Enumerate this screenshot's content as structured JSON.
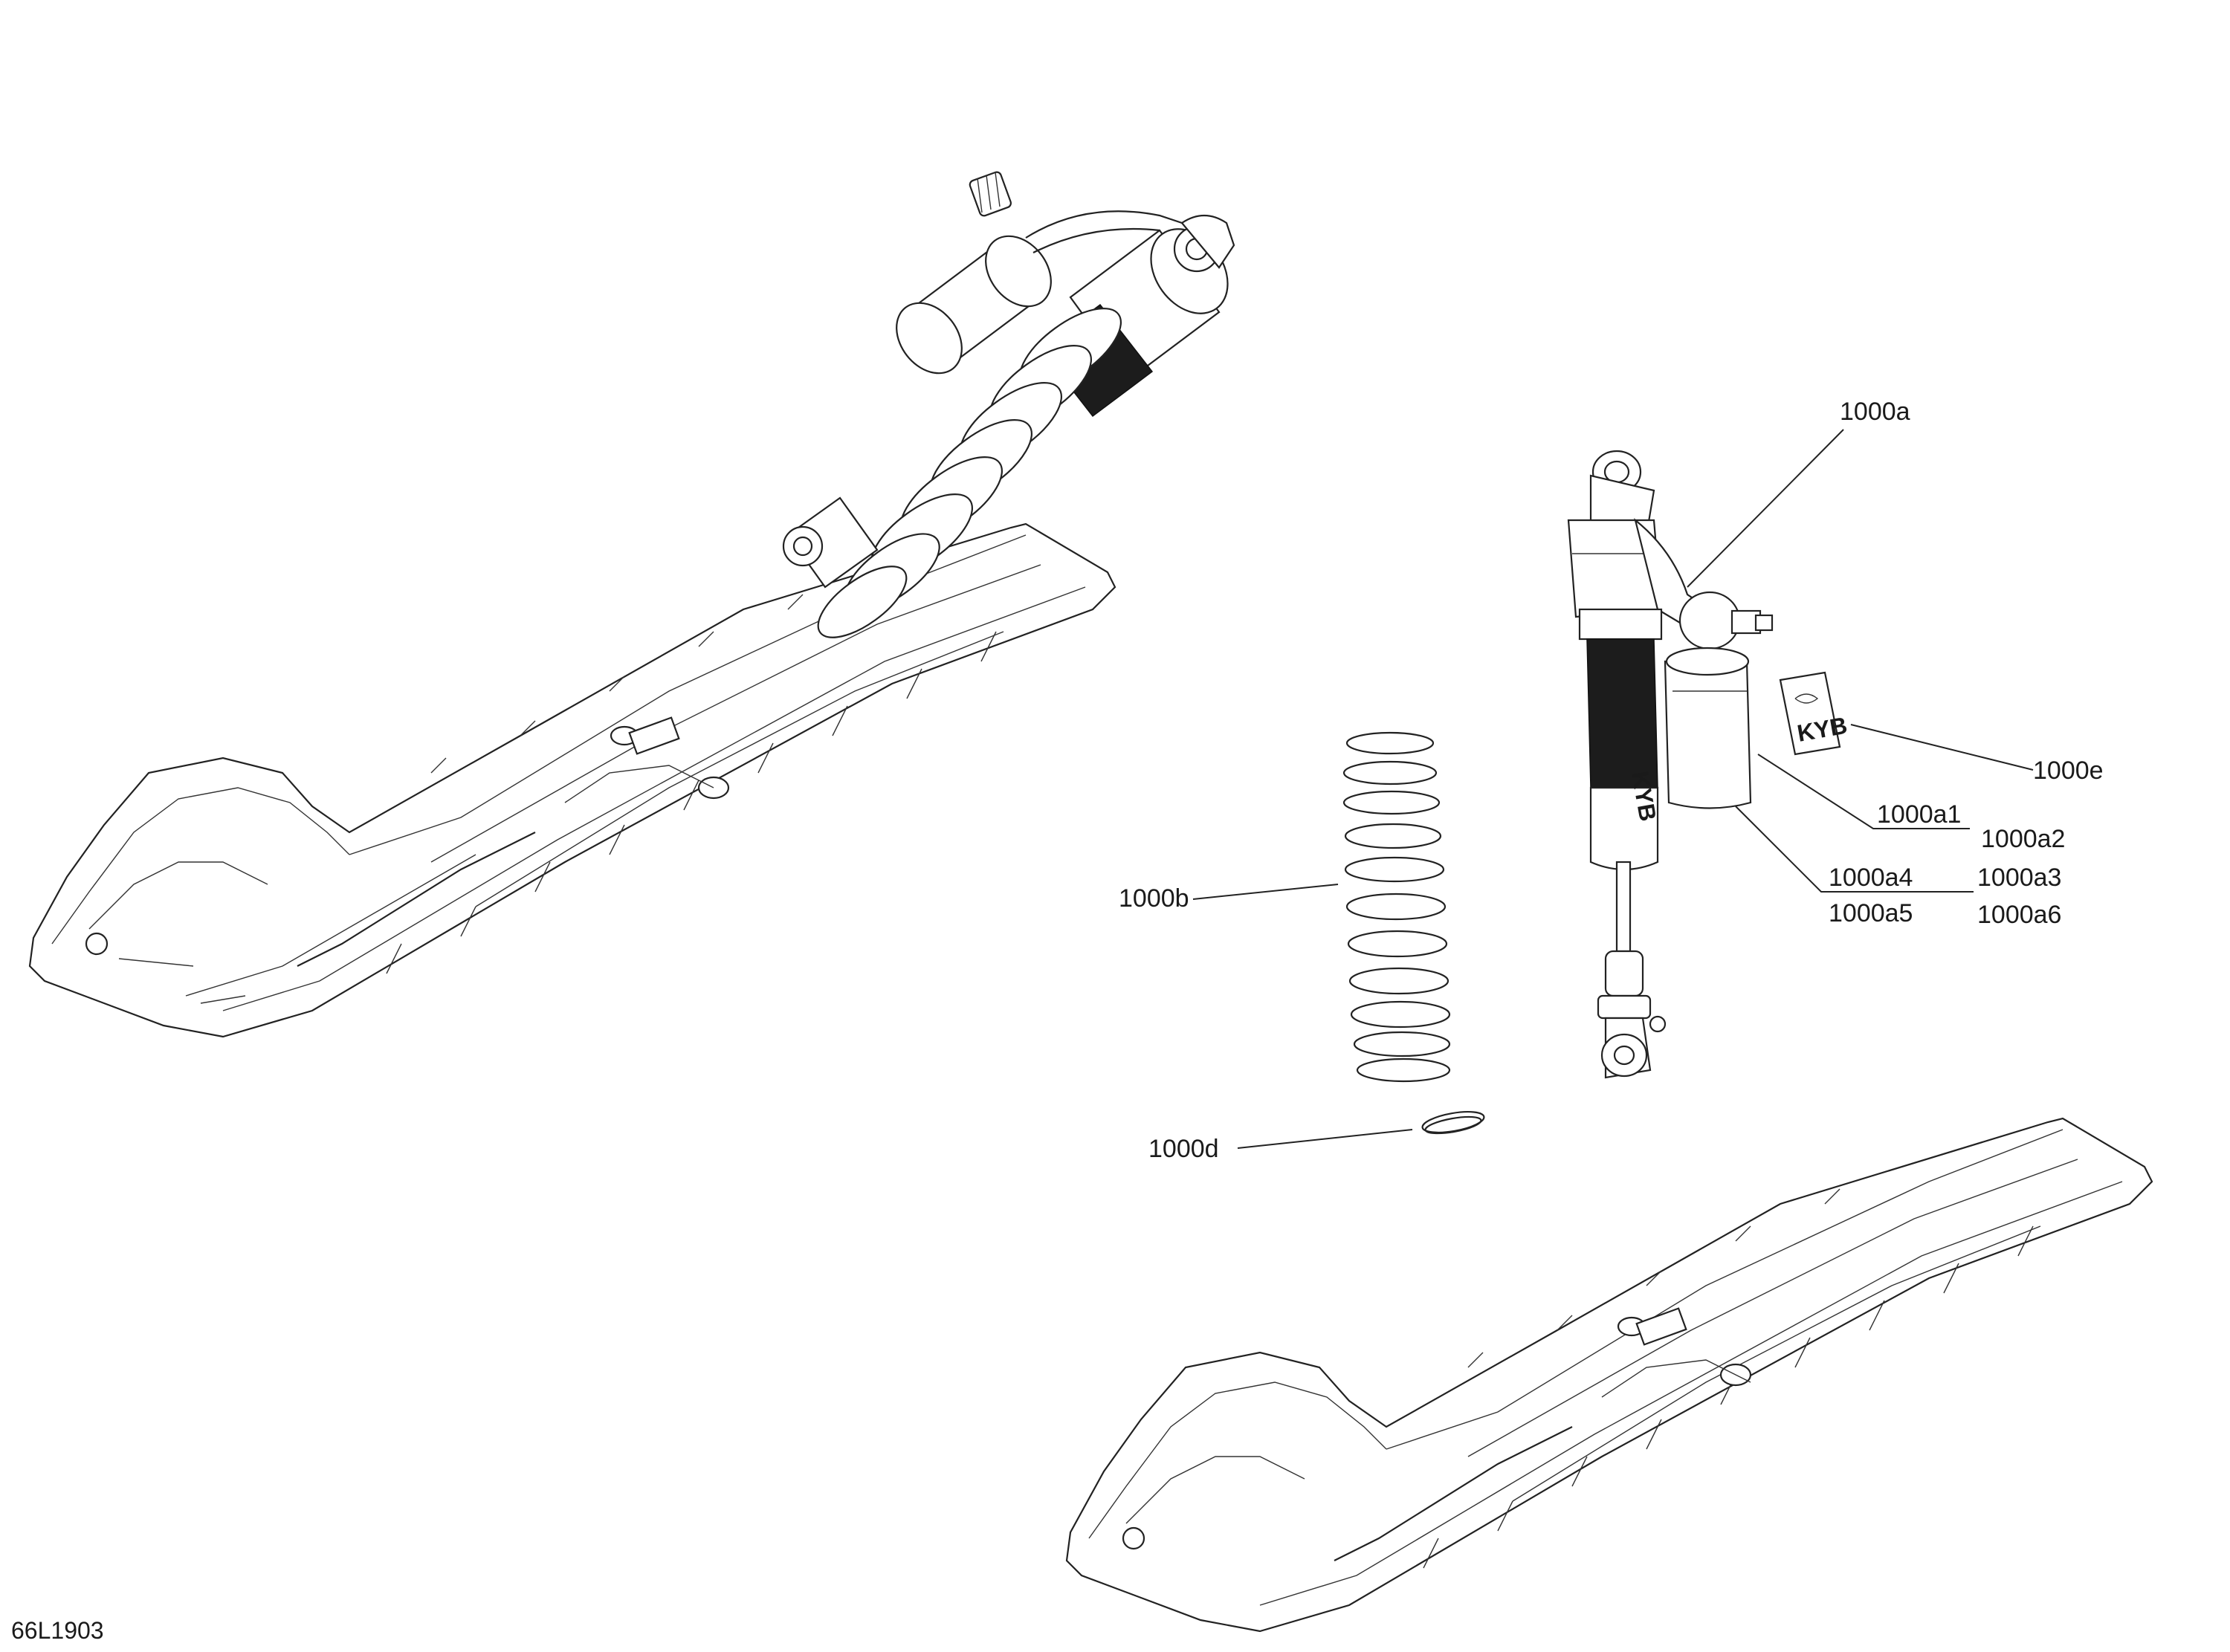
{
  "diagram": {
    "reference_code": "66L1903",
    "callouts": {
      "shock_absorber": "1000a",
      "spring": "1000b",
      "spring_seat": "1000d",
      "decal": "1000e",
      "a1": "1000a1",
      "a2": "1000a2",
      "a3": "1000a3",
      "a4": "1000a4",
      "a5": "1000a5",
      "a6": "1000a6"
    },
    "brand_mark": "KYB"
  }
}
